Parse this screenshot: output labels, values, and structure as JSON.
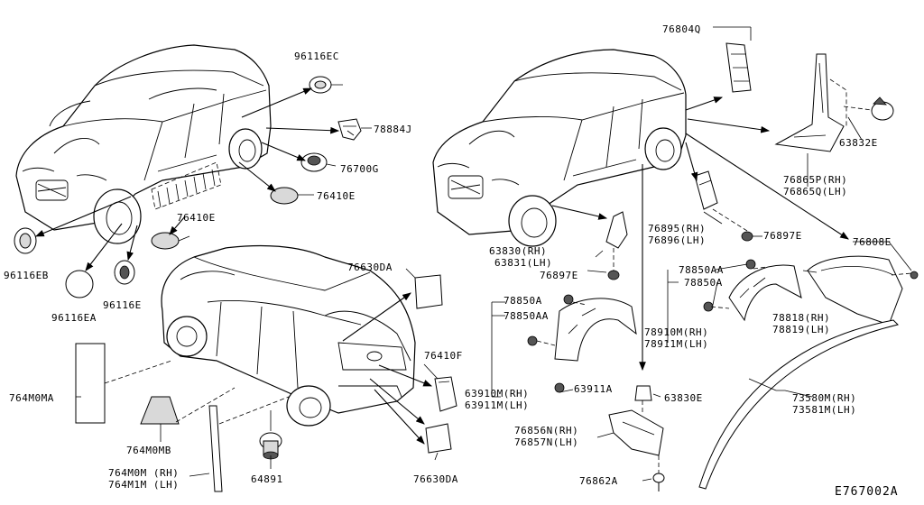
{
  "diagram": {
    "reference_code": "E767002A",
    "parts": {
      "p96116EC": "96116EC",
      "p78884J": "78884J",
      "p76700G": "76700G",
      "p76410E_a": "76410E",
      "p76410E_b": "76410E",
      "p96116EB": "96116EB",
      "p96116EA": "96116EA",
      "p96116E": "96116E",
      "p76630DA_top": "76630DA",
      "p76630DA_bot": "76630DA",
      "p76410F": "76410F",
      "p764M0MA": "764M0MA",
      "p764M0MB": "764M0MB",
      "p764M0M_rh": "764M0M (RH)",
      "p764M1M_lh": "764M1M (LH)",
      "p64891": "64891",
      "p76804Q": "76804Q",
      "p63832E": "63832E",
      "p76865P_rh": "76865P(RH)",
      "p76865Q_lh": "76865Q(LH)",
      "p76895_rh": "76895(RH)",
      "p76896_lh": "76896(LH)",
      "p76897E_a": "76897E",
      "p76897E_b": "76897E",
      "p63830_rh": "63830(RH)",
      "p63831_lh": "63831(LH)",
      "p76808E": "76808E",
      "p78850AA_a": "78850AA",
      "p78850A_a": "78850A",
      "p78850A_b": "78850A",
      "p78850AA_b": "78850AA",
      "p78910M_rh": "78910M(RH)",
      "p78911M_lh": "78911M(LH)",
      "p78818_rh": "78818(RH)",
      "p78819_lh": "78819(LH)",
      "p63910M_rh": "63910M(RH)",
      "p63911M_lh": "63911M(LH)",
      "p63911A": "63911A",
      "p63830E": "63830E",
      "p73580M_rh": "73580M(RH)",
      "p73581M_lh": "73581M(LH)",
      "p76856N_rh": "76856N(RH)",
      "p76857N_lh": "76857N(LH)",
      "p76862A": "76862A"
    }
  }
}
